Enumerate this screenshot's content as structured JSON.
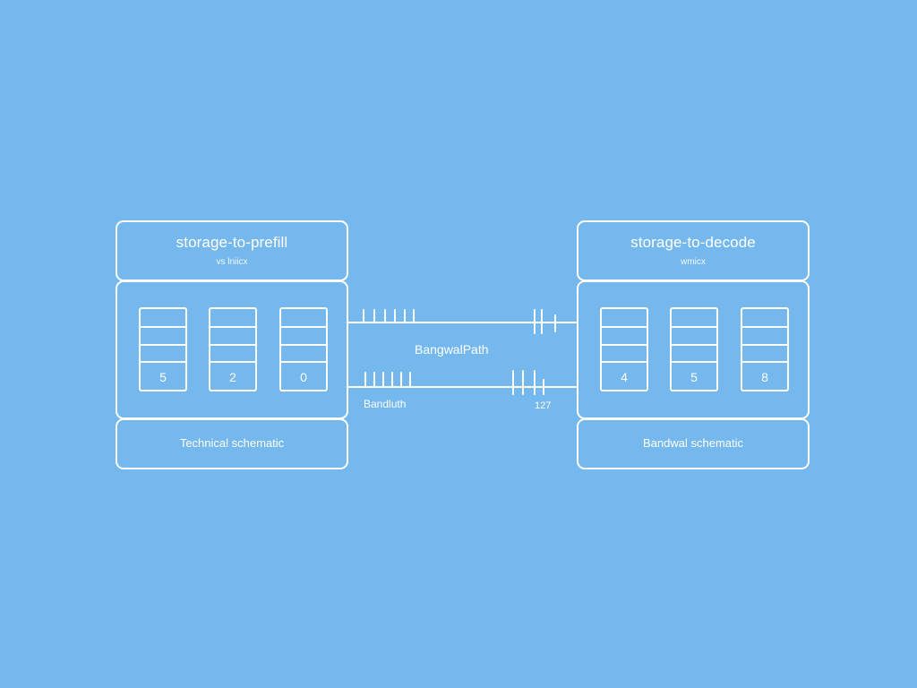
{
  "left_node": {
    "title": "storage-to-prefill",
    "subtitle": "vs lniicx",
    "slots": [
      "5",
      "2",
      "0"
    ],
    "footer": "Technical schematic"
  },
  "right_node": {
    "title": "storage-to-decode",
    "subtitle": "wmicx",
    "slots": [
      "4",
      "5",
      "8"
    ],
    "footer": "Bandwal schematic"
  },
  "link": {
    "path_label": "BangwalPath",
    "bandwidth_label": "Bandluth",
    "bandwidth_value": "127"
  },
  "colors": {
    "background": "#74b8ee",
    "line": "#ffffff"
  }
}
